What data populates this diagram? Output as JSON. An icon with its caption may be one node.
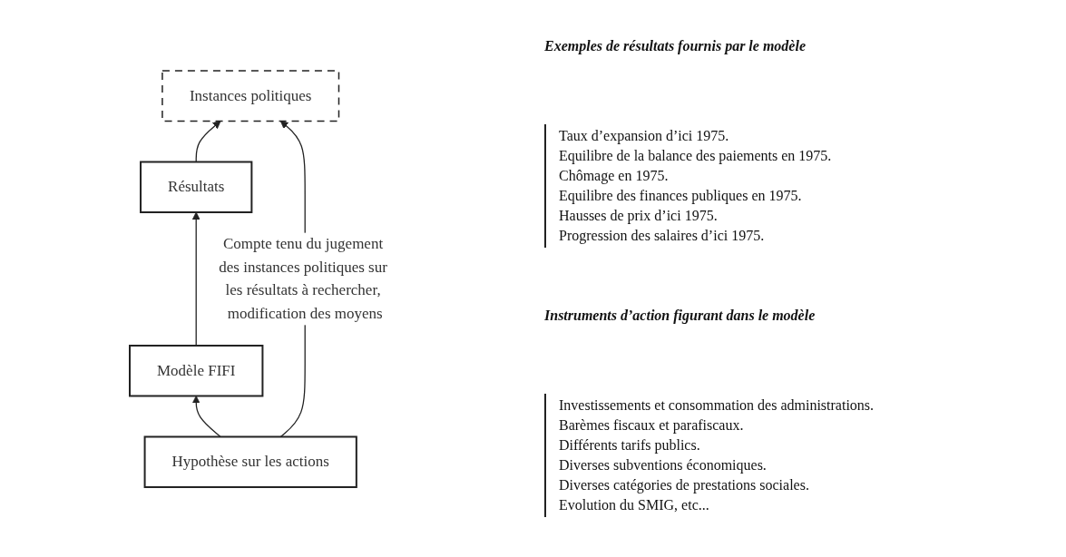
{
  "diagram": {
    "nodes": [
      {
        "text": [
          "Instances politiques"
        ]
      },
      {
        "text": [
          "Résultats"
        ]
      },
      {
        "text": [
          "Modèle FIFI"
        ]
      },
      {
        "text": [
          "Hypothèse sur les actions"
        ]
      }
    ],
    "edges": [
      {
        "from": 1,
        "to": 0,
        "arrow": "to"
      },
      {
        "from": 2,
        "to": 1,
        "arrow": "to"
      },
      {
        "from": 3,
        "to": 2,
        "arrow": "to"
      },
      {
        "from": 3,
        "to": 0,
        "arrow": "to",
        "label": "Compte tenu du jugement des instances politiques sur les résultats à rechercher, modification des moyens"
      }
    ],
    "labels": [
      "Exemples de résultats fournis par le modèle",
      "Taux d’expansion d’ici 1975.",
      "Equilibre de la balance des paiements en 1975.",
      "Chômage en 1975.",
      "Equilibre des finances publiques en 1975.",
      "Hausses de prix d’ici 1975.",
      "Progression des salaires d’ici 1975.",
      "Instruments d’action figurant dans le modèle",
      "Investissements et consommation des administrations.",
      "Barèmes fiscaux et parafiscaux.",
      "Différents tarifs publics.",
      "Diverses subventions économiques.",
      "Diverses catégories de prestations sociales.",
      "Evolution du SMIG, etc..."
    ]
  }
}
